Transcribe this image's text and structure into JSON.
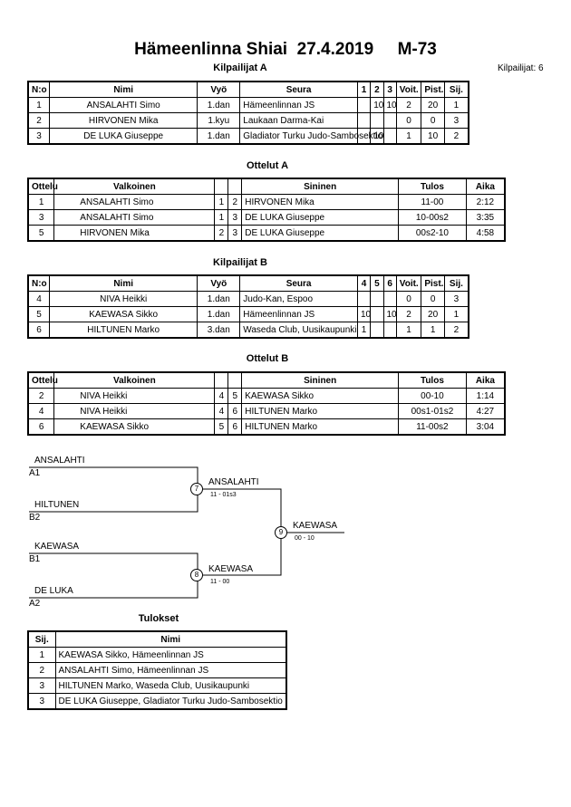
{
  "header": {
    "event": "Hämeenlinna Shiai",
    "date": "27.4.2019",
    "category": "M-73",
    "count_label": "Kilpailijat: 6"
  },
  "pool_a": {
    "title": "Kilpailijat A",
    "headers": [
      "N:o",
      "Nimi",
      "Vyö",
      "Seura",
      "1",
      "2",
      "3",
      "Voit.",
      "Pist.",
      "Sij."
    ],
    "rows": [
      {
        "no": "1",
        "name": "ANSALAHTI Simo",
        "belt": "1.dan",
        "club": "Hämeenlinnan JS",
        "s1": "",
        "s2": "10",
        "s3": "10",
        "wins": "2",
        "points": "20",
        "place": "1"
      },
      {
        "no": "2",
        "name": "HIRVONEN Mika",
        "belt": "1.kyu",
        "club": "Laukaan Darma-Kai",
        "s1": "",
        "s2": "",
        "s3": "",
        "wins": "0",
        "points": "0",
        "place": "3"
      },
      {
        "no": "3",
        "name": "DE LUKA Giuseppe",
        "belt": "1.dan",
        "club": "Gladiator Turku Judo-Sambosektio",
        "s1": "",
        "s2": "10",
        "s3": "",
        "wins": "1",
        "points": "10",
        "place": "2"
      }
    ]
  },
  "matches_a": {
    "title": "Ottelut A",
    "headers": [
      "Ottelu",
      "Valkoinen",
      "",
      "",
      "Sininen",
      "Tulos",
      "Aika"
    ],
    "rows": [
      {
        "match": "1",
        "white": "ANSALAHTI Simo",
        "wn": "1",
        "bn": "2",
        "blue": "HIRVONEN Mika",
        "result": "11-00",
        "time": "2:12"
      },
      {
        "match": "3",
        "white": "ANSALAHTI Simo",
        "wn": "1",
        "bn": "3",
        "blue": "DE LUKA Giuseppe",
        "result": "10-00s2",
        "time": "3:35"
      },
      {
        "match": "5",
        "white": "HIRVONEN Mika",
        "wn": "2",
        "bn": "3",
        "blue": "DE LUKA Giuseppe",
        "result": "00s2-10",
        "time": "4:58"
      }
    ]
  },
  "pool_b": {
    "title": "Kilpailijat B",
    "headers": [
      "N:o",
      "Nimi",
      "Vyö",
      "Seura",
      "4",
      "5",
      "6",
      "Voit.",
      "Pist.",
      "Sij."
    ],
    "rows": [
      {
        "no": "4",
        "name": "NIVA Heikki",
        "belt": "1.dan",
        "club": "Judo-Kan, Espoo",
        "s1": "",
        "s2": "",
        "s3": "",
        "wins": "0",
        "points": "0",
        "place": "3"
      },
      {
        "no": "5",
        "name": "KAEWASA Sikko",
        "belt": "1.dan",
        "club": "Hämeenlinnan JS",
        "s1": "10",
        "s2": "",
        "s3": "10",
        "wins": "2",
        "points": "20",
        "place": "1"
      },
      {
        "no": "6",
        "name": "HILTUNEN Marko",
        "belt": "3.dan",
        "club": "Waseda Club, Uusikaupunki",
        "s1": "1",
        "s2": "",
        "s3": "",
        "wins": "1",
        "points": "1",
        "place": "2"
      }
    ]
  },
  "matches_b": {
    "title": "Ottelut B",
    "headers": [
      "Ottelu",
      "Valkoinen",
      "",
      "",
      "Sininen",
      "Tulos",
      "Aika"
    ],
    "rows": [
      {
        "match": "2",
        "white": "NIVA Heikki",
        "wn": "4",
        "bn": "5",
        "blue": "KAEWASA Sikko",
        "result": "00-10",
        "time": "1:14"
      },
      {
        "match": "4",
        "white": "NIVA Heikki",
        "wn": "4",
        "bn": "6",
        "blue": "HILTUNEN Marko",
        "result": "00s1-01s2",
        "time": "4:27"
      },
      {
        "match": "6",
        "white": "KAEWASA Sikko",
        "wn": "5",
        "bn": "6",
        "blue": "HILTUNEN Marko",
        "result": "11-00s2",
        "time": "3:04"
      }
    ]
  },
  "bracket": {
    "sf1_top": "ANSALAHTI",
    "sf1_top_seed": "A1",
    "sf1_bot": "HILTUNEN",
    "sf1_bot_seed": "B2",
    "sf2_top": "KAEWASA",
    "sf2_top_seed": "B1",
    "sf2_bot": "DE LUKA",
    "sf2_bot_seed": "A2",
    "m7": "7",
    "m7_winner": "ANSALAHTI",
    "m7_score": "11 - 01s3",
    "m8": "8",
    "m8_winner": "KAEWASA",
    "m8_score": "11 - 00",
    "m9": "9",
    "m9_winner": "KAEWASA",
    "m9_score": "00 - 10"
  },
  "results": {
    "title": "Tulokset",
    "headers": [
      "Sij.",
      "Nimi"
    ],
    "rows": [
      {
        "place": "1",
        "name": "KAEWASA Sikko, Hämeenlinnan JS"
      },
      {
        "place": "2",
        "name": "ANSALAHTI Simo, Hämeenlinnan JS"
      },
      {
        "place": "3",
        "name": "HILTUNEN Marko, Waseda Club, Uusikaupunki"
      },
      {
        "place": "3",
        "name": "DE LUKA Giuseppe, Gladiator Turku Judo-Sambosektio"
      }
    ]
  }
}
